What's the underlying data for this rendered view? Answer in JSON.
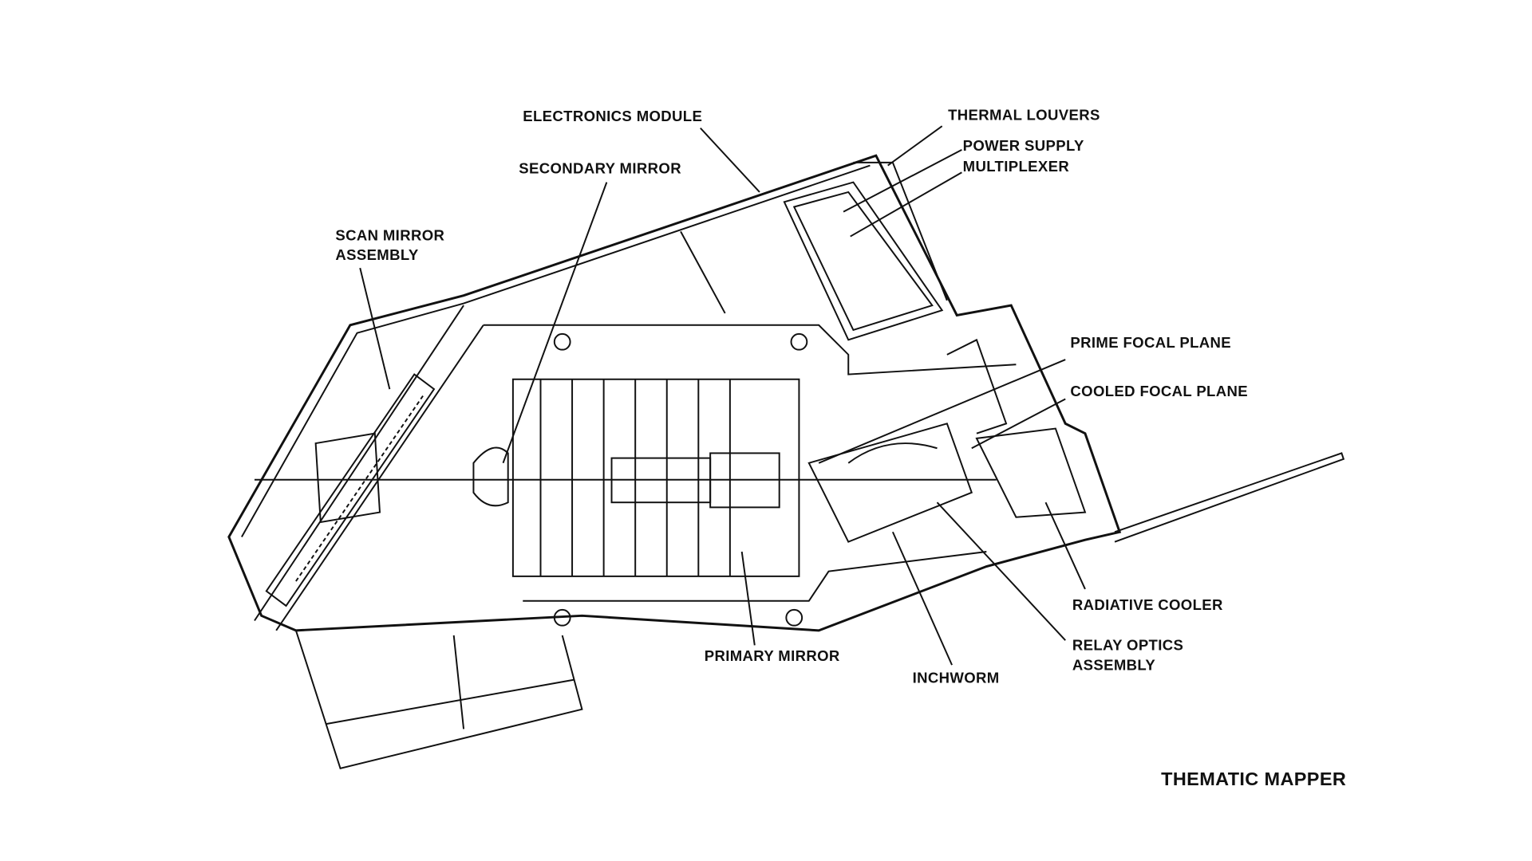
{
  "title": "THEMATIC MAPPER",
  "labels": {
    "electronics_module": "ELECTRONICS MODULE",
    "secondary_mirror": "SECONDARY MIRROR",
    "scan_mirror_1": "SCAN MIRROR",
    "scan_mirror_2": "ASSEMBLY",
    "thermal_louvers": "THERMAL LOUVERS",
    "power_supply": "POWER SUPPLY",
    "multiplexer": "MULTIPLEXER",
    "prime_focal_plane": "PRIME FOCAL PLANE",
    "cooled_focal_plane": "COOLED FOCAL PLANE",
    "radiative_cooler": "RADIATIVE COOLER",
    "relay_optics_1": "RELAY OPTICS",
    "relay_optics_2": "ASSEMBLY",
    "inchworm": "INCHWORM",
    "primary_mirror": "PRIMARY MIRROR"
  }
}
